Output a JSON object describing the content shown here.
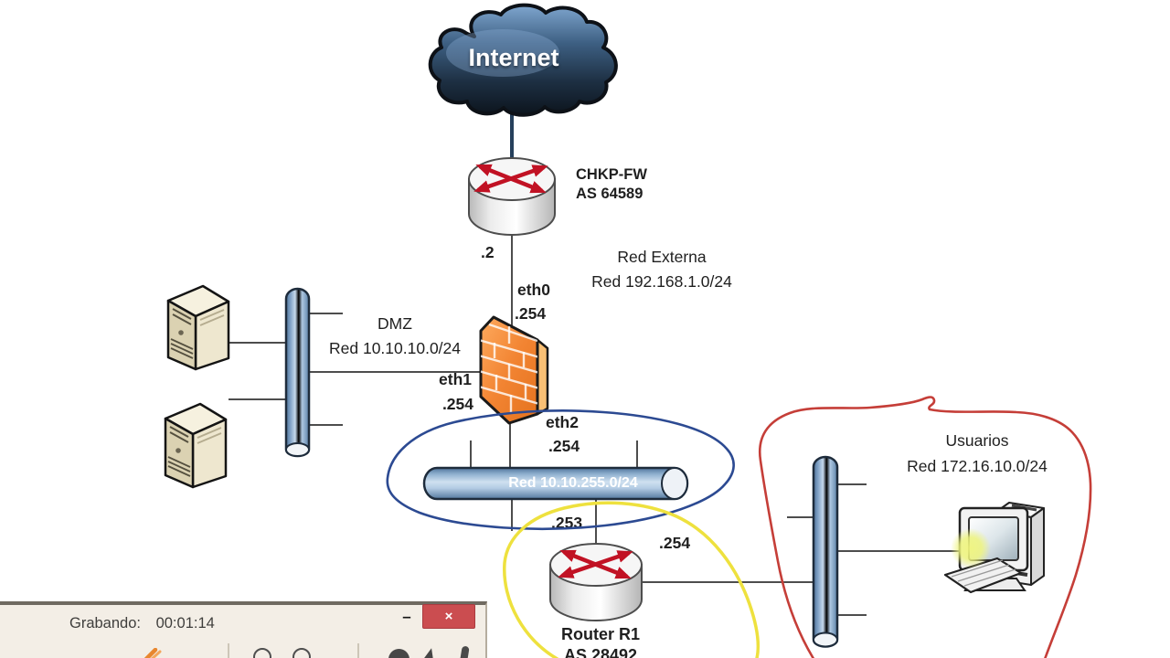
{
  "diagram": {
    "internet": {
      "label": "Internet"
    },
    "chkp_fw": {
      "name": "CHKP-FW",
      "as": "AS 64589",
      "wan_ip": ".2"
    },
    "red_externa": {
      "title": "Red Externa",
      "subnet": "Red 192.168.1.0/24"
    },
    "eth0": {
      "name": "eth0",
      "ip": ".254"
    },
    "dmz": {
      "title": "DMZ",
      "subnet": "Red 10.10.10.0/24"
    },
    "eth1": {
      "name": "eth1",
      "ip": ".254"
    },
    "eth2": {
      "name": "eth2",
      "ip": ".254"
    },
    "transit_bus": {
      "label": "Red 10.10.255.0/24"
    },
    "router_r1": {
      "name": "Router R1",
      "as": "AS 28492",
      "uplink_ip": ".253",
      "lan_ip": ".254"
    },
    "usuarios": {
      "title": "Usuarios",
      "subnet": "Red 172.16.10.0/24"
    }
  },
  "recorder": {
    "status": "Grabando:",
    "time": "00:01:14",
    "minimize": "–",
    "close": "×",
    "toolbar_icons": [
      "orange-pen",
      "clock-ring",
      "zoom-ring",
      "dark-circle",
      "dark-cursor",
      "dark-pen"
    ]
  },
  "colors": {
    "annotation_blue": "#2c4a92",
    "annotation_yellow": "#eee13e",
    "annotation_red": "#c53e38",
    "firewall_orange": "#f28432",
    "bus_blue": "#c6d9ec",
    "cloud_navy": "#1d2f42",
    "close_button_red": "#cb4d50",
    "line_gray": "#4d4d4d"
  }
}
